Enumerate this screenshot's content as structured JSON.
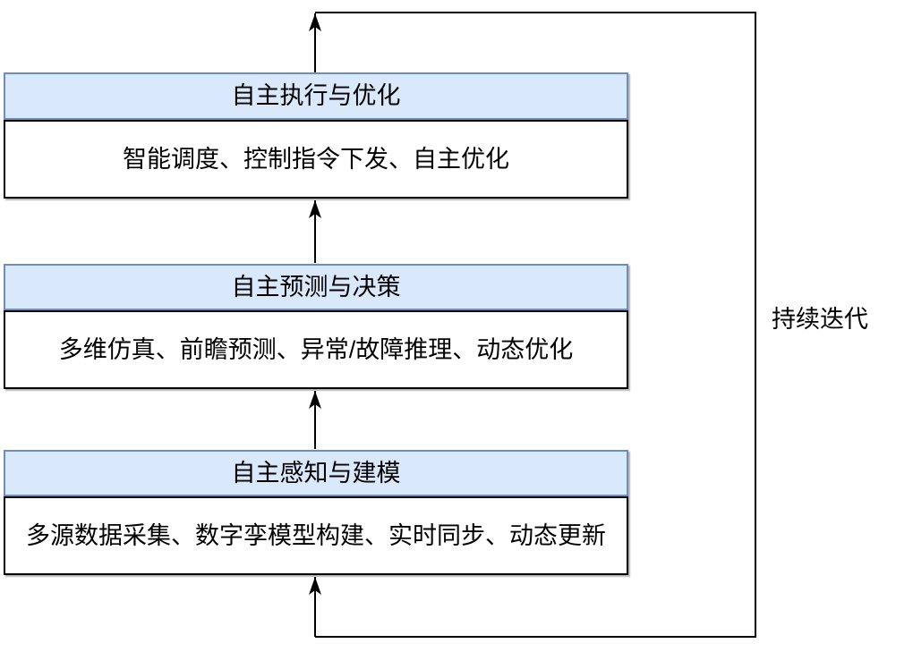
{
  "diagram": {
    "stages": [
      {
        "id": "execution",
        "header": "自主执行与优化",
        "body": "智能调度、控制指令下发、自主优化"
      },
      {
        "id": "prediction",
        "header": "自主预测与决策",
        "body": "多维仿真、前瞻预测、异常/故障推理、动态优化"
      },
      {
        "id": "perception",
        "header": "自主感知与建模",
        "body": "多源数据采集、数字孪模型构建、实时同步、动态更新"
      }
    ],
    "loop_label": "持续迭代",
    "flow": {
      "direction": "bottom-to-top",
      "feedback_loop": "top stage output loops around the right side back into the bottom stage"
    },
    "colors": {
      "header_fill": "#dae8fc",
      "header_border": "#6c8ebf",
      "box_border": "#000000",
      "line_color": "#000000"
    }
  }
}
